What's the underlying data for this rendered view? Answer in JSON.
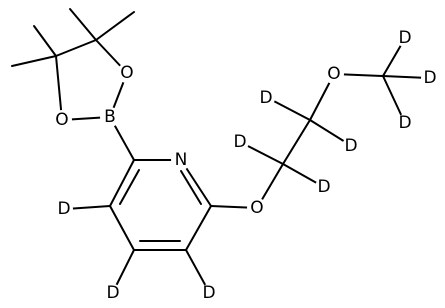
{
  "molecule": {
    "atoms": {
      "o_ring_1": "O",
      "o_ring_2": "O",
      "boron": "B",
      "nitrogen": "N",
      "o_ether_ring": "O",
      "o_ether_chain": "O",
      "d_ring_1": "D",
      "d_ring_2": "D",
      "d_ring_3": "D",
      "d_ch2_a_1": "D",
      "d_ch2_a_2": "D",
      "d_ch2_b_1": "D",
      "d_ch2_b_2": "D",
      "d_methyl_1": "D",
      "d_methyl_2": "D",
      "d_methyl_3": "D"
    }
  }
}
